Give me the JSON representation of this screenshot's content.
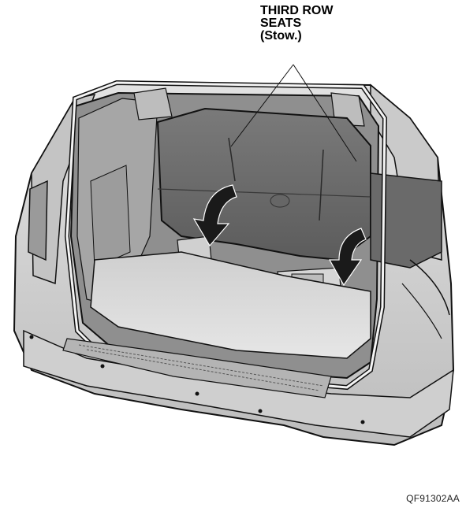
{
  "callout": {
    "line1": "THIRD ROW",
    "line2": "SEATS",
    "line3": "(Stow.)"
  },
  "figure_id": "QF91302AA",
  "colors": {
    "body_light": "#d6d6d6",
    "body_mid": "#b9b9b9",
    "seat_dark": "#6e6e6e",
    "interior_dark": "#8a8a8a",
    "outline": "#111111",
    "arrow": "#1a1a1a"
  }
}
